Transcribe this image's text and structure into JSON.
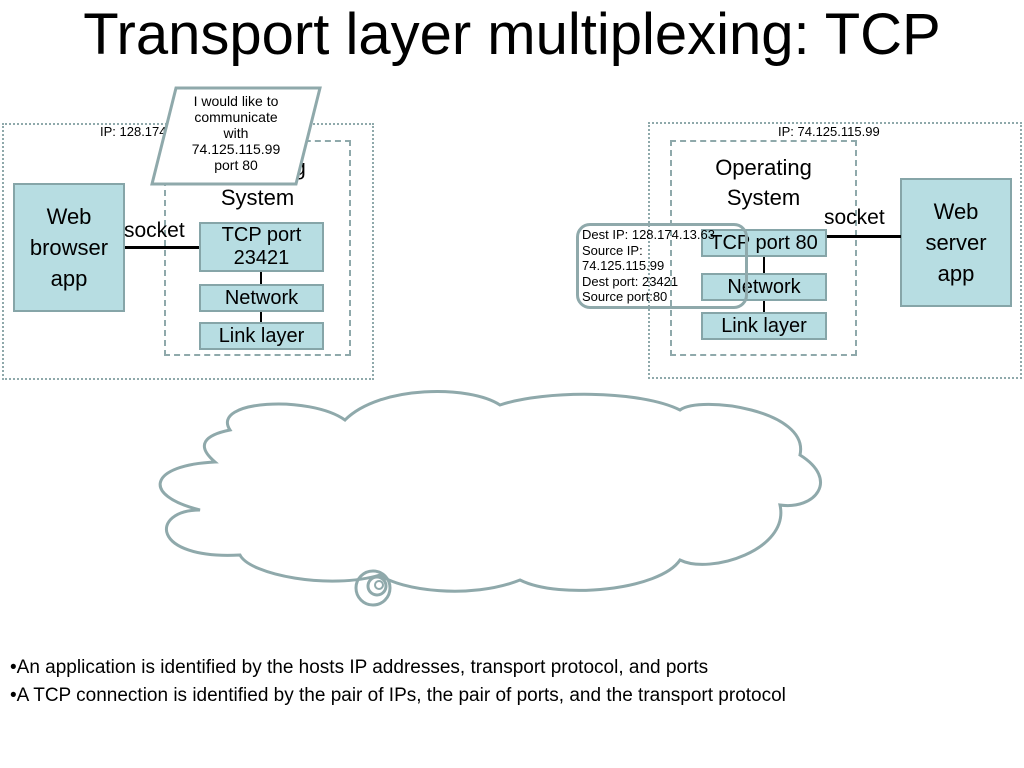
{
  "slide": {
    "title": "Transport layer multiplexing: TCP"
  },
  "client": {
    "ip_label": "IP: 128.174.13.63",
    "os_label": "Operating\nSystem",
    "app_label": "Web\nbrowser\napp",
    "socket_label": "socket",
    "layers": [
      "TCP port\n23421",
      "Network",
      "Link layer"
    ],
    "callout": "I would like to\ncommunicate\nwith\n74.125.115.99\nport 80"
  },
  "server": {
    "ip_label": "IP: 74.125.115.99",
    "os_label": "Operating\nSystem",
    "app_label": "Web\nserver\napp",
    "socket_label": "socket",
    "layers": [
      "TCP port 80",
      "Network",
      "Link layer"
    ],
    "packet_header": "Dest IP: 128.174.13.63\nSource IP:\n74.125.115.99\nDest port: 23421\nSource port:80"
  },
  "bullets": [
    "•An application is identified by the hosts IP addresses, transport protocol, and ports",
    "•A TCP connection is identified by the pair of IPs, the pair of ports, and the transport protocol"
  ],
  "colors": {
    "box_fill": "#b7dde2",
    "box_border": "#86a5a8",
    "outline": "#8fa9ab"
  }
}
